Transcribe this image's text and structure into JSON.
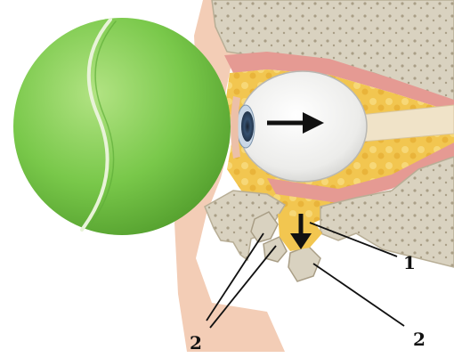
{
  "labels": {
    "label_1": "1",
    "label_2_left": "2",
    "label_2_right": "2"
  },
  "colors": {
    "ball_green": "#79c84a",
    "ball_dark": "#4f9a2a",
    "ball_seam": "#e8f3d8",
    "bone": "#d7d0bd",
    "bone_shadow": "#b8ae96",
    "fat_yellow": "#f2c650",
    "muscle_pink": "#e59a93",
    "skin": "#f3cdb6",
    "eye_white": "#f4f4f2",
    "iris": "#35506f",
    "arrow": "#111111"
  },
  "icons": {
    "ball": "tennis-ball",
    "eye": "eyeball",
    "force_arrow_right": "arrow-right",
    "force_arrow_down": "arrow-down"
  }
}
